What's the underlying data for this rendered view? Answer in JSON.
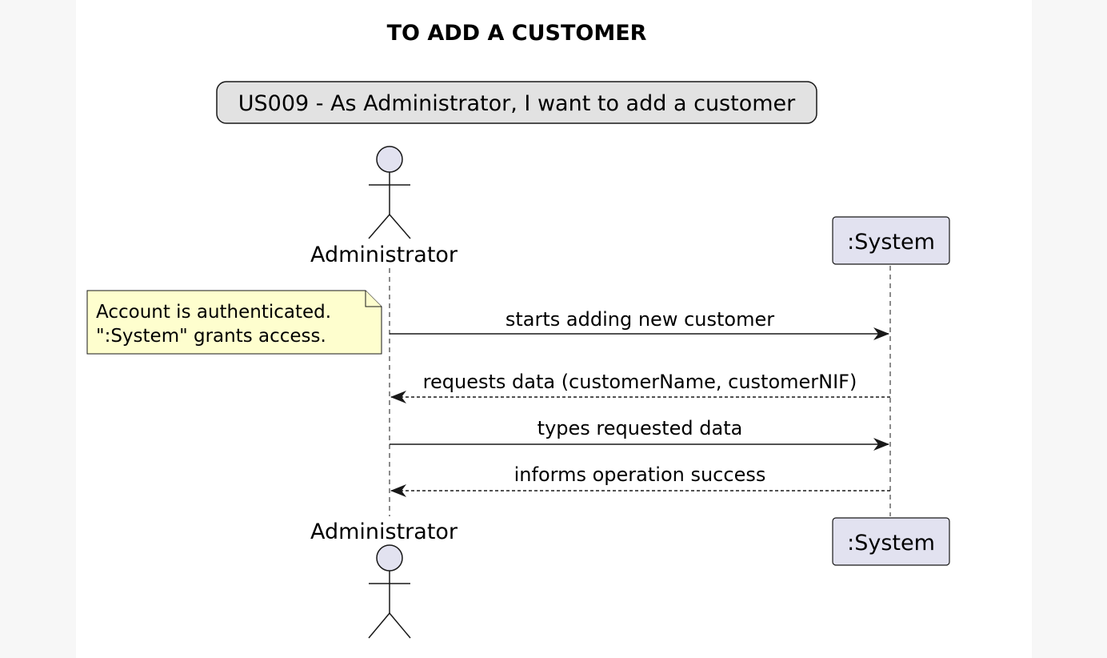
{
  "diagram": {
    "title": "TO ADD A CUSTOMER",
    "use_case": "US009 - As Administrator, I want to add a customer",
    "participants": {
      "actor": "Administrator",
      "system": ":System"
    },
    "note": {
      "line1": "Account is authenticated.",
      "line2": "\":System\" grants access."
    },
    "messages": [
      {
        "label": "starts adding new customer",
        "from": "Administrator",
        "to": ":System",
        "style": "solid"
      },
      {
        "label": "requests data (customerName, customerNIF)",
        "from": ":System",
        "to": "Administrator",
        "style": "dashed"
      },
      {
        "label": "types requested data",
        "from": "Administrator",
        "to": ":System",
        "style": "solid"
      },
      {
        "label": "informs operation success",
        "from": ":System",
        "to": "Administrator",
        "style": "dashed"
      }
    ]
  },
  "colors": {
    "participant_fill": "#e2e2f0",
    "participant_stroke": "#181818",
    "note_fill": "#fefece",
    "usecase_fill": "#e2e2e2",
    "lifeline": "#181818"
  }
}
